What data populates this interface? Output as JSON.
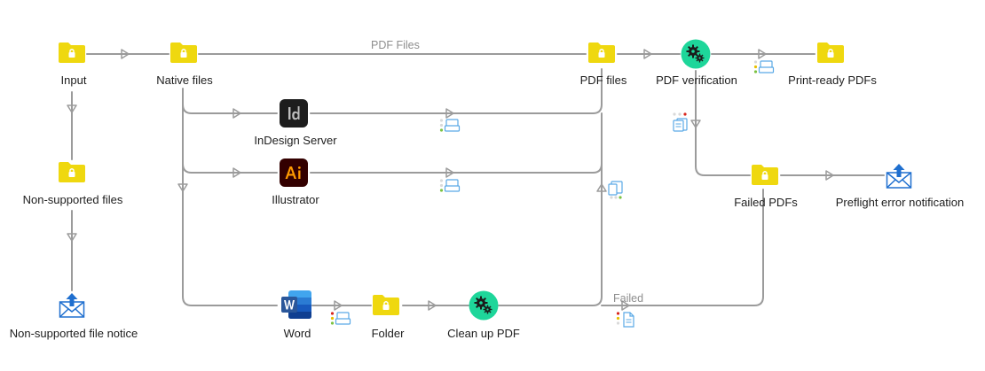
{
  "nodes": {
    "input": "Input",
    "native_files": "Native files",
    "pdf_files": "PDF files",
    "pdf_verification": "PDF verification",
    "print_ready": "Print-ready PDFs",
    "indesign": "InDesign Server",
    "illustrator": "Illustrator",
    "non_supported_files": "Non-supported files",
    "failed_pdfs": "Failed PDFs",
    "preflight_notification": "Preflight error notification",
    "non_supported_notice": "Non-supported file notice",
    "word": "Word",
    "folder": "Folder",
    "clean_up": "Clean up PDF"
  },
  "connections": {
    "pdf_files_label": "PDF Files",
    "failed_label": "Failed"
  },
  "icons": {
    "folder": "folder-lock-icon",
    "gear": "gears-icon",
    "indesign": "indesign-app-icon",
    "illustrator": "illustrator-app-icon",
    "word": "word-app-icon",
    "mail": "mail-send-icon",
    "tray": "tray-icon",
    "doc": "document-icon"
  },
  "colors": {
    "folder": "#efd80f",
    "gear": "#1ed69a",
    "connector": "#9b9b9b",
    "indesign_bg": "#1d1d1d",
    "illustrator_bg": "#330000",
    "illustrator_text": "#ff9a00",
    "word_blue": "#2b579a",
    "mail_blue": "#1f6fcf"
  }
}
